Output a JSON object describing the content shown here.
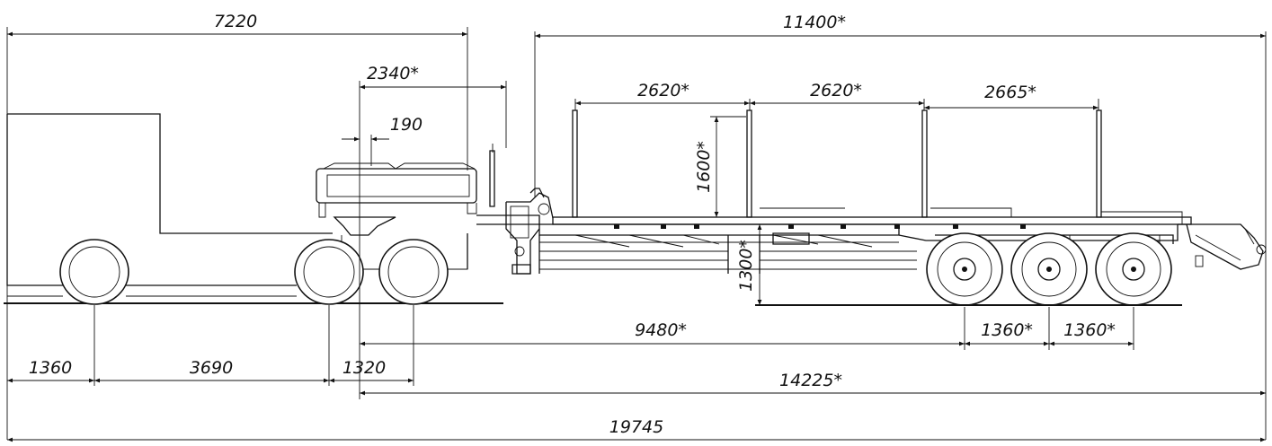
{
  "dimensions": {
    "tractor_length": "7220",
    "trailer_length": "11400*",
    "fifth_wheel_span": "2340*",
    "kingpin_offset": "190",
    "stake_spacing_1": "2620*",
    "stake_spacing_2": "2620*",
    "stake_spacing_3": "2665*",
    "stake_height": "1600*",
    "deck_height": "1300*",
    "trailer_wheelbase": "9480*",
    "axle_spacing_1": "1360*",
    "axle_spacing_2": "1360*",
    "front_overhang": "1360",
    "tractor_wheelbase": "3690",
    "tractor_axle_spacing": "1320",
    "trailer_total": "14225*",
    "overall_length": "19745"
  }
}
